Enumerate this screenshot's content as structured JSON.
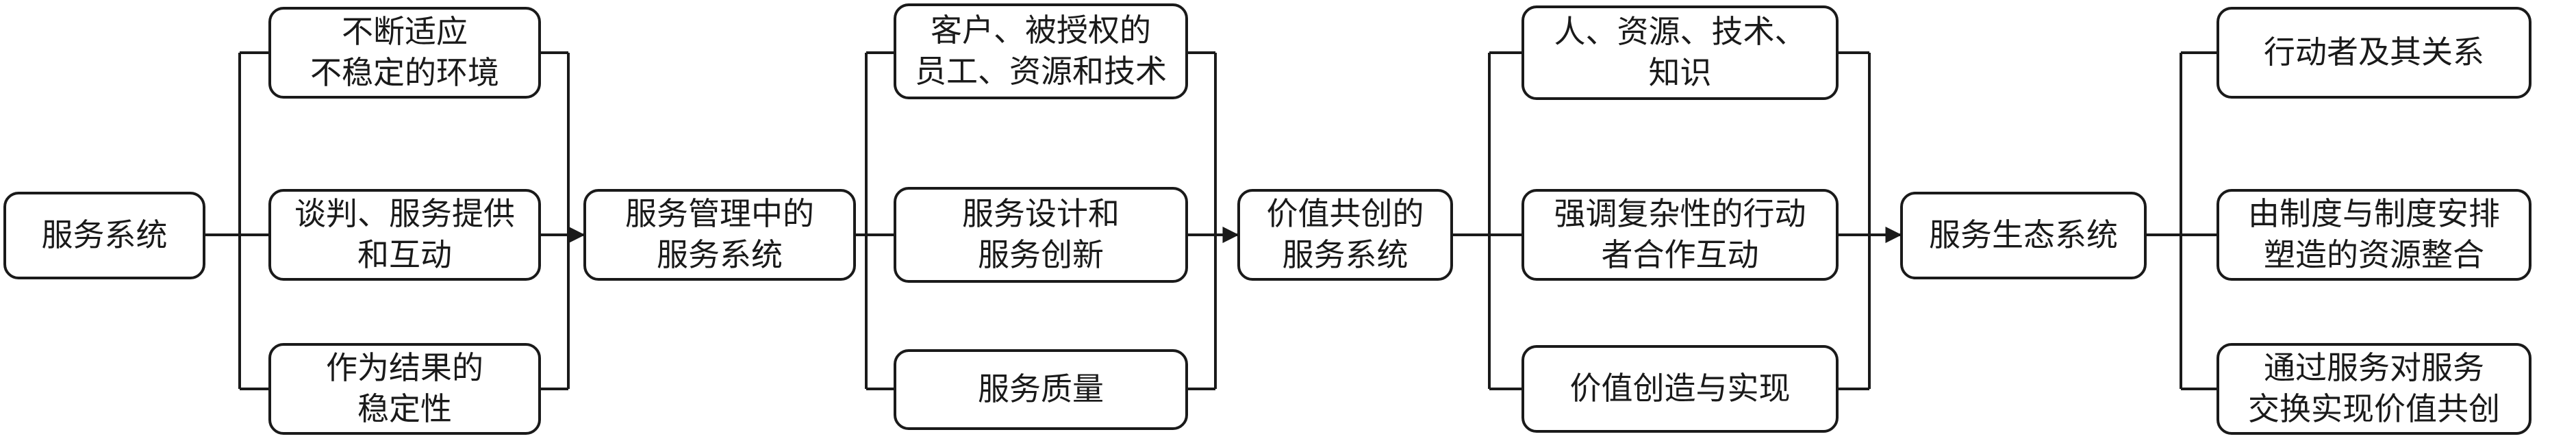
{
  "diagram": {
    "stage1": {
      "main": "服务系统",
      "items": [
        "不断适应\n不稳定的环境",
        "谈判、服务提供\n和互动",
        "作为结果的\n稳定性"
      ]
    },
    "stage2": {
      "main": "服务管理中的\n服务系统",
      "items": [
        "客户、被授权的\n员工、资源和技术",
        "服务设计和\n服务创新",
        "服务质量"
      ]
    },
    "stage3": {
      "main": "价值共创的\n服务系统",
      "items": [
        "人、资源、技术、\n知识",
        "强调复杂性的行动\n者合作互动",
        "价值创造与实现"
      ]
    },
    "stage4": {
      "main": "服务生态系统",
      "items": [
        "行动者及其关系",
        "由制度与制度安排\n塑造的资源整合",
        "通过服务对服务\n交换实现价值共创"
      ]
    }
  }
}
